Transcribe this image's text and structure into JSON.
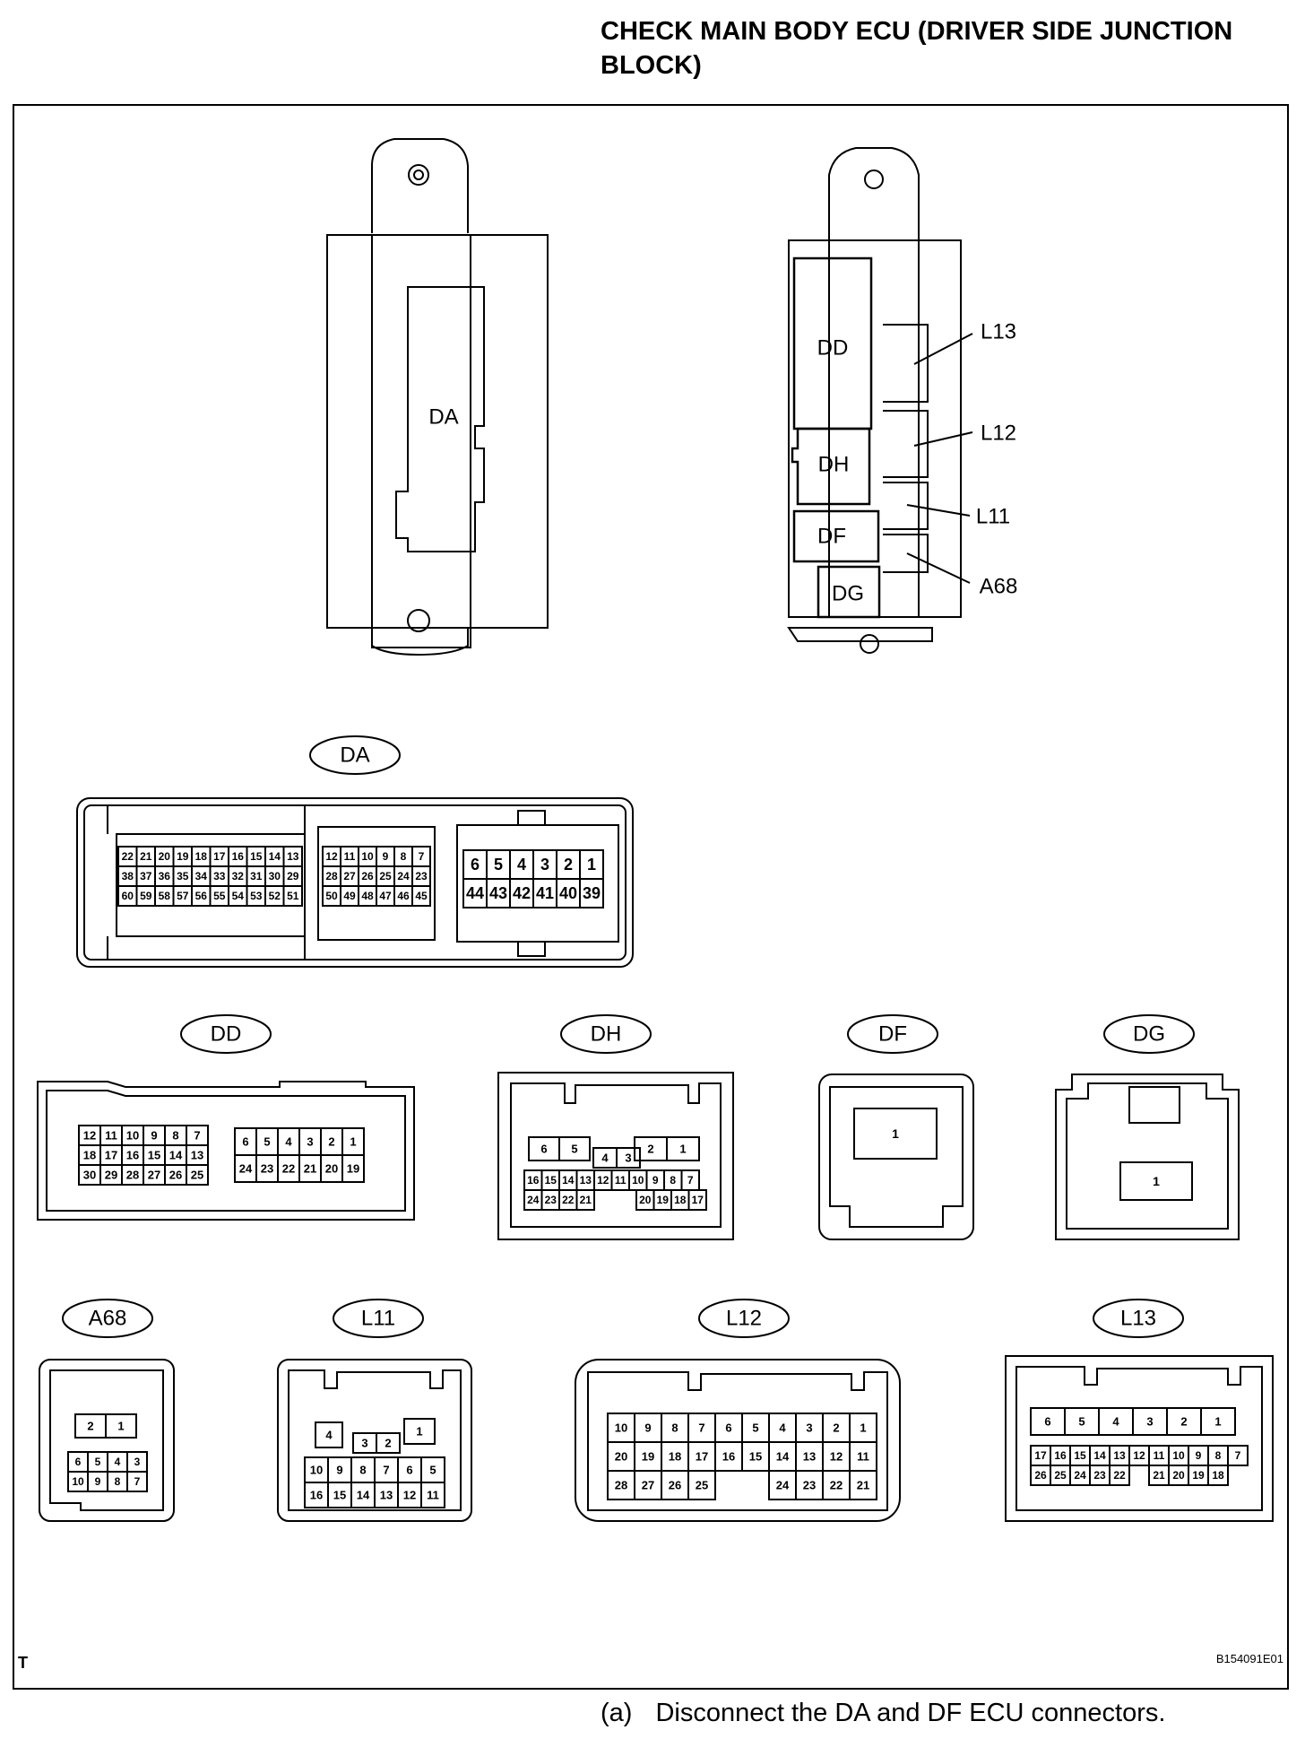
{
  "title": "CHECK MAIN BODY ECU (DRIVER SIDE JUNCTION BLOCK)",
  "corner_mark": "T",
  "figure_id": "B154091E01",
  "instruction": {
    "label": "(a)",
    "text": "Disconnect the DA and DF ECU connectors."
  },
  "overview": {
    "left_label": "DA",
    "right_blocks": [
      "DD",
      "DH",
      "DF",
      "DG"
    ],
    "callouts": [
      "L13",
      "L12",
      "L11",
      "A68"
    ]
  },
  "connectors": {
    "DA": {
      "name": "DA",
      "g1": [
        [
          "22",
          "21",
          "20",
          "19",
          "18",
          "17",
          "16",
          "15",
          "14",
          "13"
        ],
        [
          "38",
          "37",
          "36",
          "35",
          "34",
          "33",
          "32",
          "31",
          "30",
          "29"
        ],
        [
          "60",
          "59",
          "58",
          "57",
          "56",
          "55",
          "54",
          "53",
          "52",
          "51"
        ]
      ],
      "g2": [
        [
          "12",
          "11",
          "10",
          "9",
          "8",
          "7"
        ],
        [
          "28",
          "27",
          "26",
          "25",
          "24",
          "23"
        ],
        [
          "50",
          "49",
          "48",
          "47",
          "46",
          "45"
        ]
      ],
      "g3": [
        [
          "6",
          "5",
          "4",
          "3",
          "2",
          "1"
        ],
        [
          "44",
          "43",
          "42",
          "41",
          "40",
          "39"
        ]
      ]
    },
    "DD": {
      "name": "DD",
      "left": [
        [
          "12",
          "11",
          "10",
          "9",
          "8",
          "7"
        ],
        [
          "18",
          "17",
          "16",
          "15",
          "14",
          "13"
        ],
        [
          "30",
          "29",
          "28",
          "27",
          "26",
          "25"
        ]
      ],
      "right": [
        [
          "6",
          "5",
          "4",
          "3",
          "2",
          "1"
        ],
        [
          "24",
          "23",
          "22",
          "21",
          "20",
          "19"
        ]
      ]
    },
    "DH": {
      "name": "DH",
      "top_left": [
        "6",
        "5"
      ],
      "top_mid": [
        "4",
        "3"
      ],
      "top_right": [
        "2",
        "1"
      ],
      "r2": [
        "16",
        "15",
        "14",
        "13",
        "12",
        "11",
        "10",
        "9",
        "8",
        "7"
      ],
      "r3_left": [
        "24",
        "23",
        "22",
        "21"
      ],
      "r3_right": [
        "20",
        "19",
        "18",
        "17"
      ]
    },
    "DF": {
      "name": "DF",
      "pin": "1"
    },
    "DG": {
      "name": "DG",
      "pin": "1"
    },
    "A68": {
      "name": "A68",
      "top": [
        "2",
        "1"
      ],
      "rows": [
        [
          "6",
          "5",
          "4",
          "3"
        ],
        [
          "10",
          "9",
          "8",
          "7"
        ]
      ]
    },
    "L11": {
      "name": "L11",
      "top_left": "4",
      "top_mid": [
        "3",
        "2"
      ],
      "top_right": "1",
      "rows": [
        [
          "10",
          "9",
          "8",
          "7",
          "6",
          "5"
        ],
        [
          "16",
          "15",
          "14",
          "13",
          "12",
          "11"
        ]
      ]
    },
    "L12": {
      "name": "L12",
      "r1": [
        "10",
        "9",
        "8",
        "7",
        "6",
        "5",
        "4",
        "3",
        "2",
        "1"
      ],
      "r2": [
        "20",
        "19",
        "18",
        "17",
        "16",
        "15",
        "14",
        "13",
        "12",
        "11"
      ],
      "r3_left": [
        "28",
        "27",
        "26",
        "25"
      ],
      "r3_right": [
        "24",
        "23",
        "22",
        "21"
      ]
    },
    "L13": {
      "name": "L13",
      "r1": [
        "6",
        "5",
        "4",
        "3",
        "2",
        "1"
      ],
      "r2": [
        "17",
        "16",
        "15",
        "14",
        "13",
        "12",
        "11",
        "10",
        "9",
        "8",
        "7"
      ],
      "r3_left": [
        "26",
        "25",
        "24",
        "23",
        "22"
      ],
      "r3_right": [
        "21",
        "20",
        "19",
        "18"
      ]
    }
  }
}
